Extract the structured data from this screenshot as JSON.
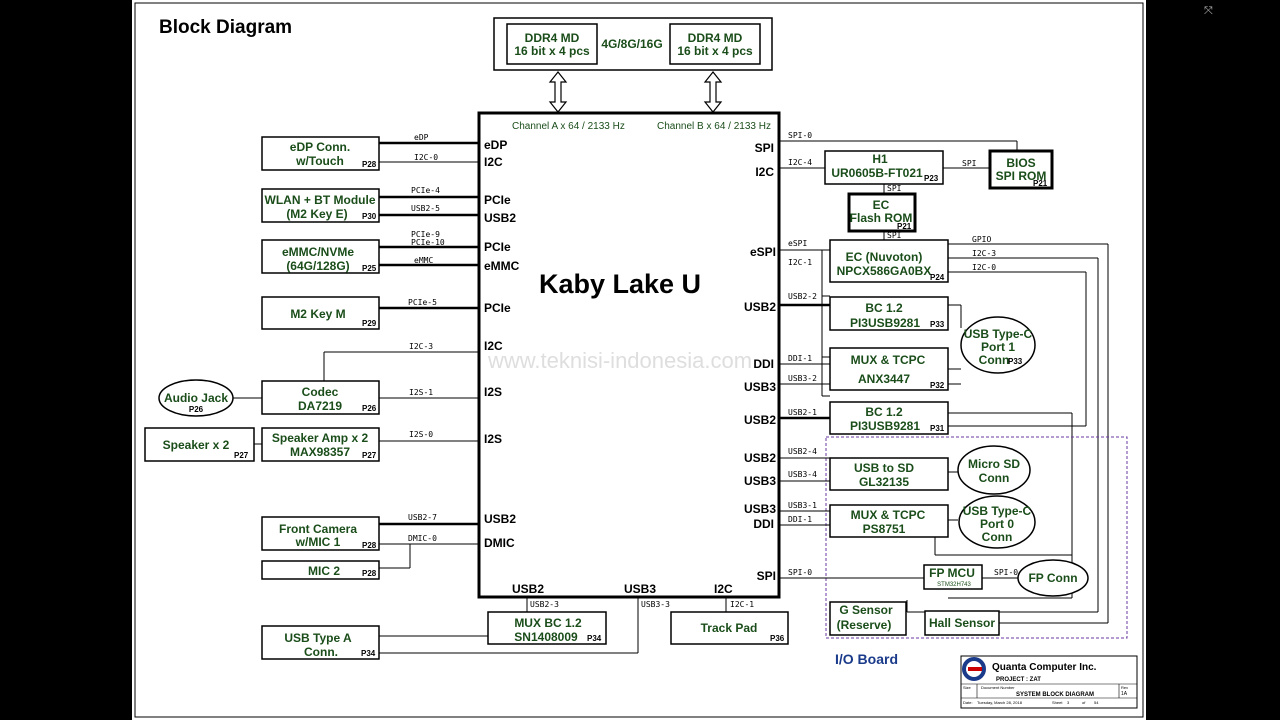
{
  "title": "Block Diagram",
  "cpu": {
    "name": "Kaby Lake U",
    "channel_a": "Channel A x 64 / 2133 Hz",
    "channel_b": "Channel B x 64 / 2133 Hz",
    "pins": {
      "edp": "eDP",
      "i2c1": "I2C",
      "pcie1": "PCIe",
      "usb2_1": "USB2",
      "pcie2": "PCIe",
      "emmc": "eMMC",
      "pcie3": "PCIe",
      "i2c2": "I2C",
      "i2s1": "I2S",
      "i2s2": "I2S",
      "usb2_l": "USB2",
      "dmic": "DMIC",
      "spi_r": "SPI",
      "i2c_r": "I2C",
      "espi": "eSPI",
      "usb2_r1": "USB2",
      "ddi_r1": "DDI",
      "usb3_r1": "USB3",
      "usb2_r2": "USB2",
      "usb2_r3": "USB2",
      "usb3_r2": "USB3",
      "usb3_r3": "USB3",
      "ddi_r2": "DDI",
      "spi_r2": "SPI",
      "usb2_b": "USB2",
      "usb3_b": "USB3",
      "i2c_b": "I2C"
    }
  },
  "memory": {
    "left": [
      "DDR4 MD",
      "16 bit x 4 pcs"
    ],
    "center": "4G/8G/16G",
    "right": [
      "DDR4 MD",
      "16 bit x 4 pcs"
    ]
  },
  "blocks": {
    "edp_conn": {
      "l1": "eDP Conn.",
      "l2": "w/Touch",
      "page": "P28"
    },
    "wlan": {
      "l1": "WLAN + BT Module",
      "l2": "(M2 Key E)",
      "page": "P30"
    },
    "emmc": {
      "l1": "eMMC/NVMe",
      "l2": "(64G/128G)",
      "page": "P25"
    },
    "m2": {
      "l1": "M2 Key M",
      "page": "P29"
    },
    "audio_jack": {
      "l1": "Audio Jack",
      "page": "P26"
    },
    "codec": {
      "l1": "Codec",
      "l2": "DA7219",
      "page": "P26"
    },
    "speaker": {
      "l1": "Speaker x 2",
      "page": "P27"
    },
    "amp": {
      "l1": "Speaker Amp x 2",
      "l2": "MAX98357",
      "page": "P27"
    },
    "camera": {
      "l1": "Front Camera",
      "l2": "w/MIC 1",
      "page": "P28"
    },
    "mic2": {
      "l1": "MIC 2",
      "page": "P28"
    },
    "usba": {
      "l1": "USB Type A",
      "l2": "Conn.",
      "page": "P34"
    },
    "muxbc": {
      "l1": "MUX BC 1.2",
      "l2": "SN1408009",
      "page": "P34"
    },
    "trackpad": {
      "l1": "Track Pad",
      "page": "P36"
    },
    "h1": {
      "l1": "H1",
      "l2": "UR0605B-FT021",
      "page": "P23"
    },
    "bios": {
      "l1": "BIOS",
      "l2": "SPI ROM",
      "page": "P21"
    },
    "ecflash": {
      "l1": "EC",
      "l2": "Flash ROM",
      "page": "P21"
    },
    "ec": {
      "l1": "EC (Nuvoton)",
      "l2": "NPCX586GA0BX",
      "page": "P24"
    },
    "bc1": {
      "l1": "BC 1.2",
      "l2": "PI3USB9281",
      "page": "P33"
    },
    "usbc1": {
      "l1": "USB Type-C",
      "l2": "Port 1",
      "l3": "Conn",
      "page": "P33"
    },
    "mux1": {
      "l1": "MUX & TCPC",
      "l2": "ANX3447",
      "page": "P32"
    },
    "bc2": {
      "l1": "BC 1.2",
      "l2": "PI3USB9281",
      "page": "P31"
    },
    "usbsd": {
      "l1": "USB to SD",
      "l2": "GL32135"
    },
    "microsd": {
      "l1": "Micro SD",
      "l2": "Conn"
    },
    "mux0": {
      "l1": "MUX & TCPC",
      "l2": "PS8751"
    },
    "usbc0": {
      "l1": "USB Type-C",
      "l2": "Port 0",
      "l3": "Conn"
    },
    "fpmcu": {
      "l1": "FP MCU",
      "l2": "STM32H743"
    },
    "fpconn": {
      "l1": "FP Conn"
    },
    "gsensor": {
      "l1": "G Sensor",
      "l2": "(Reserve)"
    },
    "hall": {
      "l1": "Hall Sensor"
    }
  },
  "signals": {
    "edp": "eDP",
    "i2c0": "I2C-0",
    "pcie4": "PCIe-4",
    "usb25": "USB2-5",
    "pcie9": "PCIe-9",
    "pcie10": "PCIe-10",
    "emmc": "eMMC",
    "pcie5": "PCIe-5",
    "i2c3": "I2C-3",
    "i2s1": "I2S-1",
    "i2s0": "I2S-0",
    "usb27": "USB2-7",
    "dmic0": "DMIC-0",
    "usb23": "USB2-3",
    "usb33": "USB3-3",
    "i2c1": "I2C-1",
    "spi0": "SPI-0",
    "i2c4": "I2C-4",
    "spi": "SPI",
    "spi_a": "SPI",
    "spi_b": "SPI",
    "espi": "eSPI",
    "i2c1r": "I2C-1",
    "gpio": "GPIO",
    "i2c3r": "I2C-3",
    "i2c0r": "I2C-0",
    "usb22": "USB2-2",
    "ddi1": "DDI-1",
    "usb32": "USB3-2",
    "usb21": "USB2-1",
    "usb24": "USB2-4",
    "usb34": "USB3-4",
    "usb31": "USB3-1",
    "ddi1b": "DDI-1",
    "spi0b": "SPI-0",
    "spi0c": "SPI-0"
  },
  "io_board": "I/O Board",
  "watermark": "www.teknisi-indonesia.com",
  "title_block": {
    "company": "Quanta Computer Inc.",
    "project": "PROJECT : ZAT",
    "size_label": "Size",
    "docnum_label": "Document Number",
    "rev_label": "Rev",
    "rev": "1A",
    "doc_title": "SYSTEM BLOCK DIAGRAM",
    "date_label": "Date:",
    "date": "Tuesday, March 28, 2018",
    "sheet_label": "Sheet",
    "sheet": "3",
    "of_label": "of",
    "of": "54"
  },
  "colors": {
    "text_green": "#1a4d1a",
    "io_border": "#6a3aa0"
  }
}
